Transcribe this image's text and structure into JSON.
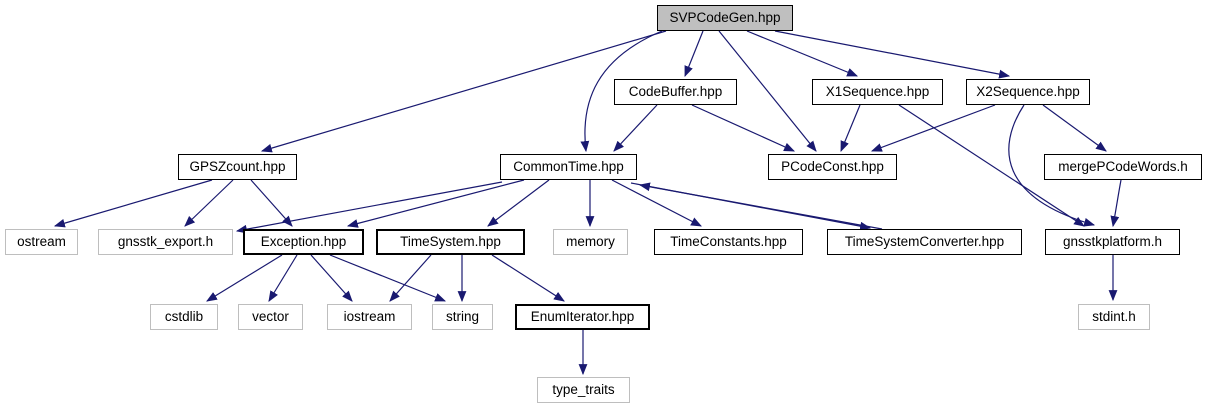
{
  "diagram": {
    "type": "include-dependency-graph",
    "root_file": "SVPCodeGen.hpp",
    "colors": {
      "edge": "#191970",
      "root_fill": "#bfbfbf",
      "node_fill": "#ffffff",
      "internal_border": "#000000",
      "external_border": "#bebebe",
      "text": "#000000",
      "background": "#ffffff"
    },
    "nodes": [
      {
        "id": "svpcodegen",
        "label": "SVPCodeGen.hpp",
        "kind": "root"
      },
      {
        "id": "codebuffer",
        "label": "CodeBuffer.hpp",
        "kind": "internal"
      },
      {
        "id": "x1sequence",
        "label": "X1Sequence.hpp",
        "kind": "internal"
      },
      {
        "id": "x2sequence",
        "label": "X2Sequence.hpp",
        "kind": "internal"
      },
      {
        "id": "gpszcount",
        "label": "GPSZcount.hpp",
        "kind": "internal"
      },
      {
        "id": "commontime",
        "label": "CommonTime.hpp",
        "kind": "internal"
      },
      {
        "id": "pcodeconst",
        "label": "PCodeConst.hpp",
        "kind": "internal"
      },
      {
        "id": "mergepcodewords",
        "label": "mergePCodeWords.h",
        "kind": "internal"
      },
      {
        "id": "ostream",
        "label": "ostream",
        "kind": "external"
      },
      {
        "id": "gnsstk_export",
        "label": "gnsstk_export.h",
        "kind": "external"
      },
      {
        "id": "exception",
        "label": "Exception.hpp",
        "kind": "bold"
      },
      {
        "id": "timesystem",
        "label": "TimeSystem.hpp",
        "kind": "bold"
      },
      {
        "id": "memory",
        "label": "memory",
        "kind": "external"
      },
      {
        "id": "timeconstants",
        "label": "TimeConstants.hpp",
        "kind": "internal"
      },
      {
        "id": "timesystemconverter",
        "label": "TimeSystemConverter.hpp",
        "kind": "internal"
      },
      {
        "id": "gnsstkplatform",
        "label": "gnsstkplatform.h",
        "kind": "internal"
      },
      {
        "id": "cstdlib",
        "label": "cstdlib",
        "kind": "external"
      },
      {
        "id": "vector",
        "label": "vector",
        "kind": "external"
      },
      {
        "id": "iostream",
        "label": "iostream",
        "kind": "external"
      },
      {
        "id": "string",
        "label": "string",
        "kind": "external"
      },
      {
        "id": "enumiterator",
        "label": "EnumIterator.hpp",
        "kind": "bold"
      },
      {
        "id": "stdint",
        "label": "stdint.h",
        "kind": "external"
      },
      {
        "id": "type_traits",
        "label": "type_traits",
        "kind": "external"
      }
    ],
    "edges": [
      {
        "from": "svpcodegen",
        "to": "gpszcount"
      },
      {
        "from": "svpcodegen",
        "to": "codebuffer"
      },
      {
        "from": "svpcodegen",
        "to": "commontime"
      },
      {
        "from": "svpcodegen",
        "to": "x1sequence"
      },
      {
        "from": "svpcodegen",
        "to": "x2sequence"
      },
      {
        "from": "svpcodegen",
        "to": "pcodeconst"
      },
      {
        "from": "codebuffer",
        "to": "commontime"
      },
      {
        "from": "codebuffer",
        "to": "pcodeconst"
      },
      {
        "from": "x1sequence",
        "to": "pcodeconst"
      },
      {
        "from": "x1sequence",
        "to": "gnsstkplatform"
      },
      {
        "from": "x2sequence",
        "to": "pcodeconst"
      },
      {
        "from": "x2sequence",
        "to": "mergepcodewords"
      },
      {
        "from": "x2sequence",
        "to": "gnsstkplatform"
      },
      {
        "from": "gpszcount",
        "to": "ostream"
      },
      {
        "from": "gpszcount",
        "to": "gnsstk_export"
      },
      {
        "from": "gpszcount",
        "to": "exception"
      },
      {
        "from": "commontime",
        "to": "gnsstk_export"
      },
      {
        "from": "commontime",
        "to": "exception"
      },
      {
        "from": "commontime",
        "to": "timesystem"
      },
      {
        "from": "commontime",
        "to": "memory"
      },
      {
        "from": "commontime",
        "to": "timeconstants"
      },
      {
        "from": "commontime",
        "to": "timesystemconverter"
      },
      {
        "from": "timesystemconverter",
        "to": "commontime"
      },
      {
        "from": "exception",
        "to": "cstdlib"
      },
      {
        "from": "exception",
        "to": "vector"
      },
      {
        "from": "exception",
        "to": "iostream"
      },
      {
        "from": "exception",
        "to": "string"
      },
      {
        "from": "timesystem",
        "to": "iostream"
      },
      {
        "from": "timesystem",
        "to": "string"
      },
      {
        "from": "timesystem",
        "to": "enumiterator"
      },
      {
        "from": "enumiterator",
        "to": "type_traits"
      },
      {
        "from": "mergepcodewords",
        "to": "gnsstkplatform"
      },
      {
        "from": "gnsstkplatform",
        "to": "stdint"
      }
    ]
  }
}
